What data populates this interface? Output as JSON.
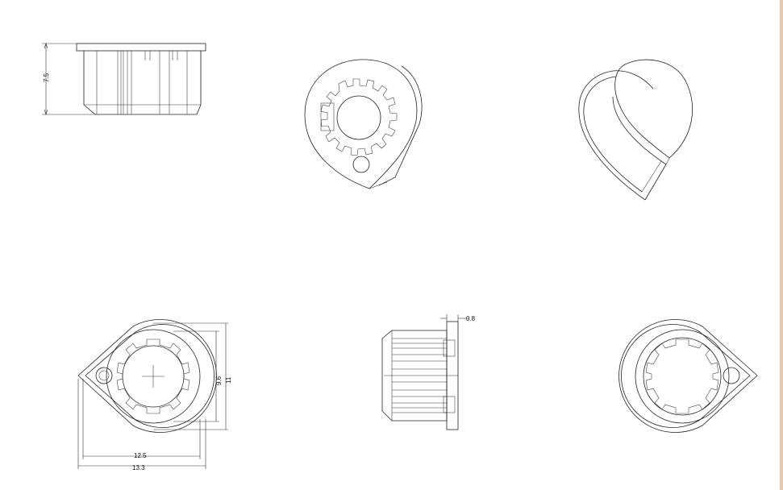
{
  "drawing": {
    "border_accent": "#e8c9a8",
    "line_color": "#222222",
    "dimensions": {
      "height": "7.5",
      "flange": "0.8",
      "inner_dia": "9.6",
      "outer_dia": "11",
      "width_inner": "12.5",
      "width_outer": "13.3"
    }
  }
}
